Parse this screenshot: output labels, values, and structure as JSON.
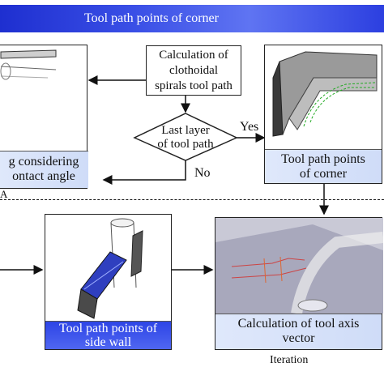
{
  "header": {
    "title": "Tool path points of corner"
  },
  "nodes": {
    "calc_clothoidal": "Calculation of\nclothoidal\nspirals tool path",
    "decision": "Last layer\nof tool path",
    "corner_points": "Tool path points\nof corner",
    "left_caption": "g considering\nontact angle",
    "side_wall": "Tool path points of\nside wall",
    "tool_axis": "Calculation of tool axis\nvector"
  },
  "labels": {
    "yes": "Yes",
    "no": "No",
    "iteration": "Iteration",
    "left_marker": "A"
  }
}
